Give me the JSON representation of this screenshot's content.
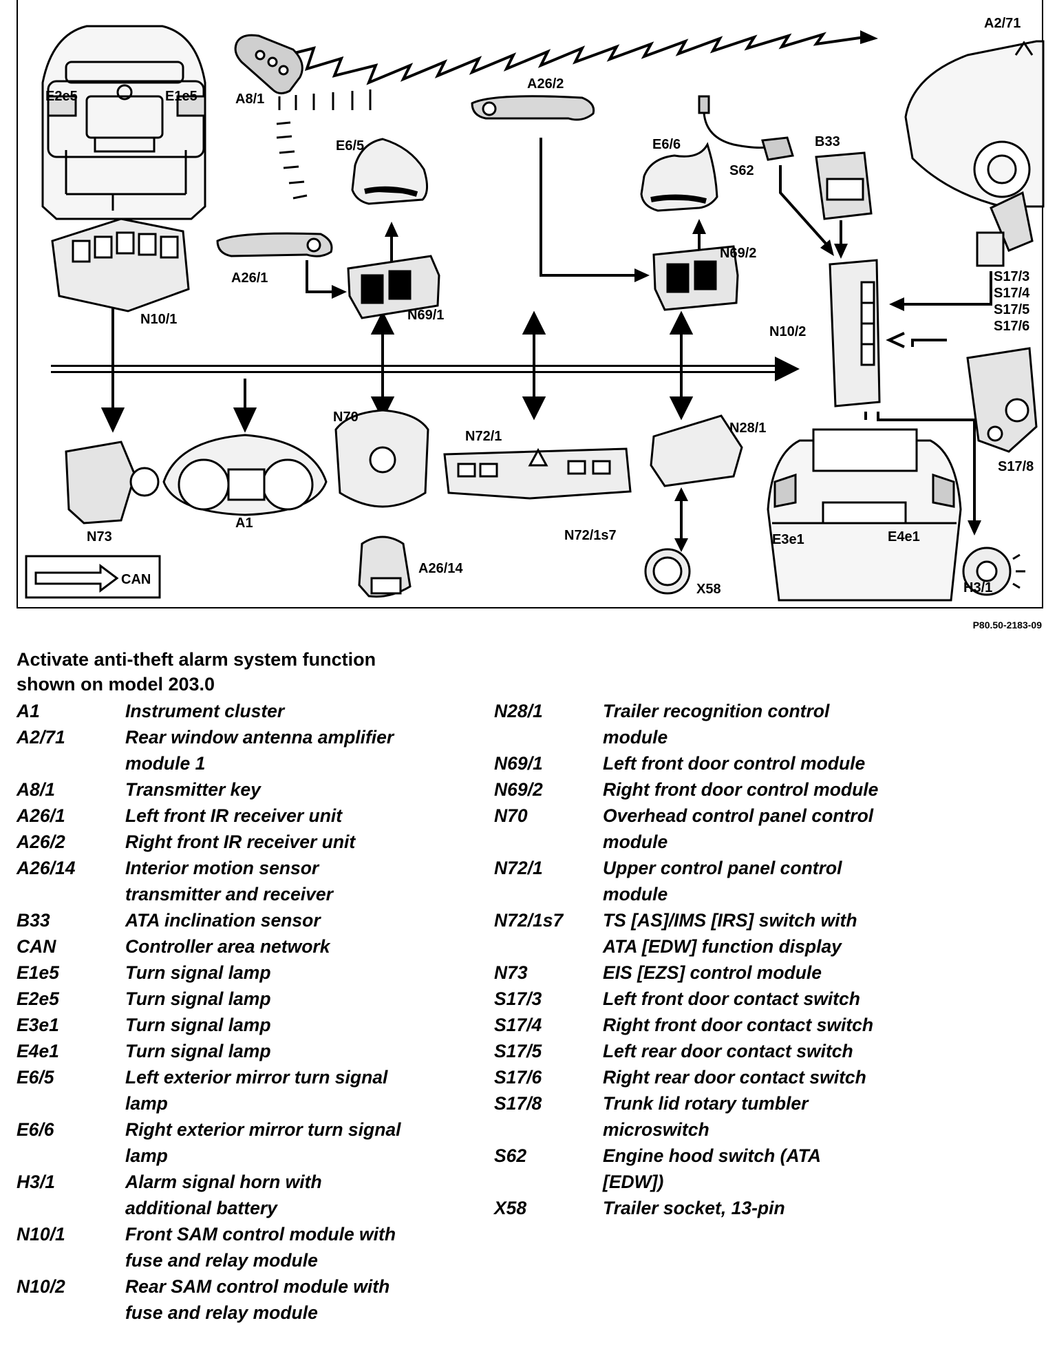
{
  "reference": "P80.50-2183-09",
  "caption": [
    "Activate anti-theft alarm system function",
    "shown on model 203.0"
  ],
  "diagram_labels": {
    "A2_71": "A2/71",
    "A8_1": "A8/1",
    "A26_2": "A26/2",
    "E6_5": "E6/5",
    "E6_6": "E6/6",
    "S62": "S62",
    "B33": "B33",
    "E2e5": "E2e5",
    "E1e5": "E1e5",
    "A26_1": "A26/1",
    "N69_1": "N69/1",
    "N69_2": "N69/2",
    "N10_1": "N10/1",
    "N10_2": "N10/2",
    "S17_3": "S17/3",
    "S17_4": "S17/4",
    "S17_5": "S17/5",
    "S17_6": "S17/6",
    "N70": "N70",
    "N72_1": "N72/1",
    "N28_1": "N28/1",
    "S17_8": "S17/8",
    "N73": "N73",
    "A1": "A1",
    "N72_1s7": "N72/1s7",
    "A26_14": "A26/14",
    "CAN": "CAN",
    "X58": "X58",
    "E3e1": "E3e1",
    "E4e1": "E4e1",
    "H3_1": "H3/1"
  },
  "legend_left": [
    {
      "code": "A1",
      "desc": [
        "Instrument cluster"
      ]
    },
    {
      "code": "A2/71",
      "desc": [
        "Rear window antenna amplifier",
        "module 1"
      ]
    },
    {
      "code": "A8/1",
      "desc": [
        "Transmitter key"
      ]
    },
    {
      "code": "A26/1",
      "desc": [
        "Left front IR receiver unit"
      ]
    },
    {
      "code": "A26/2",
      "desc": [
        "Right front IR receiver unit"
      ]
    },
    {
      "code": "A26/14",
      "desc": [
        "Interior motion sensor",
        "transmitter and receiver"
      ]
    },
    {
      "code": "B33",
      "desc": [
        "ATA inclination sensor"
      ]
    },
    {
      "code": "CAN",
      "desc": [
        "Controller area network"
      ]
    },
    {
      "code": "E1e5",
      "desc": [
        "Turn signal lamp"
      ]
    },
    {
      "code": "E2e5",
      "desc": [
        "Turn signal lamp"
      ]
    },
    {
      "code": "E3e1",
      "desc": [
        "Turn signal lamp"
      ]
    },
    {
      "code": "E4e1",
      "desc": [
        "Turn signal lamp"
      ]
    },
    {
      "code": "E6/5",
      "desc": [
        "Left exterior mirror turn signal",
        "lamp"
      ]
    },
    {
      "code": "E6/6",
      "desc": [
        "Right exterior mirror turn signal",
        "lamp"
      ]
    },
    {
      "code": "H3/1",
      "desc": [
        "Alarm signal horn with",
        "additional battery"
      ]
    },
    {
      "code": "N10/1",
      "desc": [
        "Front SAM control module with",
        "fuse and relay module"
      ]
    },
    {
      "code": "N10/2",
      "desc": [
        "Rear SAM control module with",
        "fuse and relay module"
      ]
    }
  ],
  "legend_right": [
    {
      "code": "N28/1",
      "desc": [
        "Trailer recognition control",
        "module"
      ]
    },
    {
      "code": "N69/1",
      "desc": [
        "Left front door control module"
      ]
    },
    {
      "code": "N69/2",
      "desc": [
        "Right front door control module"
      ]
    },
    {
      "code": "N70",
      "desc": [
        "Overhead control panel control",
        "module"
      ]
    },
    {
      "code": "N72/1",
      "desc": [
        "Upper control panel control",
        "module"
      ]
    },
    {
      "code": "N72/1s7",
      "desc": [
        "TS [AS]/IMS [IRS] switch with",
        "ATA [EDW] function display"
      ]
    },
    {
      "code": "N73",
      "desc": [
        "EIS [EZS] control module"
      ]
    },
    {
      "code": "S17/3",
      "desc": [
        "Left front door contact switch"
      ]
    },
    {
      "code": "S17/4",
      "desc": [
        "Right front door contact switch"
      ]
    },
    {
      "code": "S17/5",
      "desc": [
        "Left rear door contact switch"
      ]
    },
    {
      "code": "S17/6",
      "desc": [
        "Right rear door contact switch"
      ]
    },
    {
      "code": "S17/8",
      "desc": [
        "Trunk lid rotary tumbler",
        "microswitch"
      ]
    },
    {
      "code": "S62",
      "desc": [
        "Engine hood switch (ATA",
        "[EDW])"
      ]
    },
    {
      "code": "X58",
      "desc": [
        "Trailer socket, 13-pin"
      ]
    }
  ]
}
